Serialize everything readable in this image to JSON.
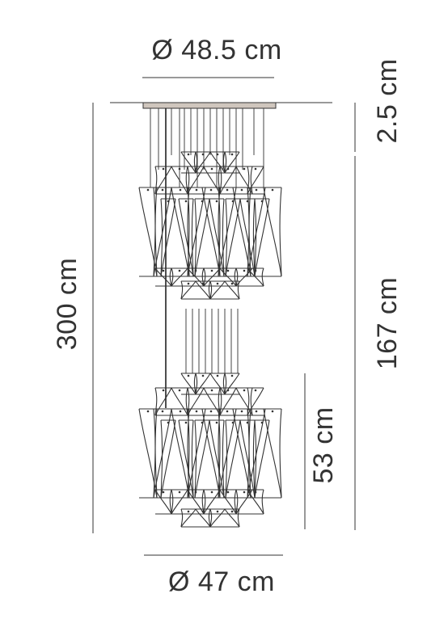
{
  "dimensions": {
    "top_diameter": "Ø 48.5 cm",
    "canopy_height": "2.5 cm",
    "total_height": "300 cm",
    "body_height": "167 cm",
    "lower_tier_height": "53 cm",
    "bottom_diameter": "Ø 47 cm"
  },
  "colors": {
    "ink": "#333333",
    "canopy": "#cfc6bd"
  }
}
